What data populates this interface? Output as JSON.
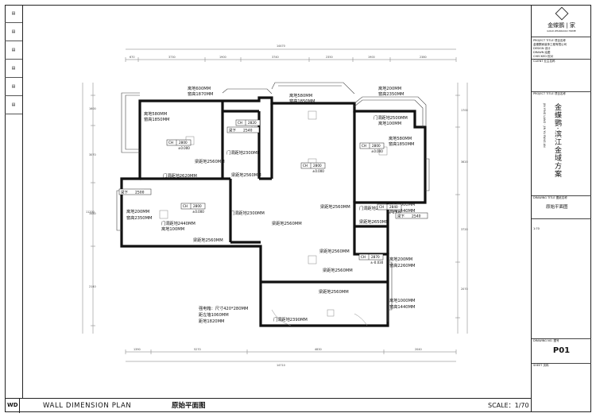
{
  "titleblock": {
    "brand_cn": "金蝶鹦",
    "brand_suffix": "家",
    "brand_en": "GOLD ZHANGYAO HOME",
    "tb_rows": [
      "PROJECT TITLE  项目名称",
      "金蝶鹦家装饰工程有限公司",
      "DESIGN  设计",
      "DRAWN  绘图",
      "CHECKED  校对"
    ],
    "client": "CLIENT  业主名称",
    "project_title_label": "PROJECT TITLE  项目名称",
    "project_name": "金蝶鹦·滨江金域方案",
    "project_name_en": "JIN YING LANG · JIN YU FANG AN",
    "drawing_title_label": "DRAWING TITLE  图纸名称",
    "drawing_title": "原始平面图",
    "scale_row": "1:70",
    "drawing_no_label": "DRAWING NO.  图号",
    "drawing_no": "P01",
    "sheet_label": "SHEET  页码"
  },
  "bottom": {
    "code": "WD",
    "title_en": "WALL DIMENSION PLAN",
    "title_cn": "原始平面图",
    "scale": "SCALE：1/70"
  },
  "plan": {
    "total_top": "14470",
    "total_bottom": "14710",
    "top_dims": [
      "670",
      "3730",
      "1900",
      "3740",
      "2350",
      "1900",
      "2380"
    ],
    "bottom_dims": [
      "1390",
      "5270",
      "4830",
      "2040"
    ],
    "left_dims": [
      "1600",
      "3070",
      "3480",
      "2140"
    ],
    "right_dims": [
      "1700",
      "3620",
      "3720",
      "2070"
    ],
    "left_total": "11200",
    "labels": [
      {
        "id": "l1",
        "text": "离地600MM"
      },
      {
        "id": "l2",
        "text": "窗高1870MM"
      },
      {
        "id": "l3",
        "text": "离地580MM"
      },
      {
        "id": "l4",
        "text": "窗高1850MM"
      },
      {
        "id": "l5",
        "text": "离地580MM"
      },
      {
        "id": "l6",
        "text": "窗高1850MM"
      },
      {
        "id": "l7",
        "text": "离地200MM"
      },
      {
        "id": "l8",
        "text": "窗高2350MM"
      },
      {
        "id": "l9",
        "text": "门洞距地2500MM"
      },
      {
        "id": "l10",
        "text": "离地100MM"
      },
      {
        "id": "l11",
        "text": "离地580MM"
      },
      {
        "id": "l12",
        "text": "窗高1850MM"
      },
      {
        "id": "l13",
        "text": "门洞距地2300MM"
      },
      {
        "id": "l14",
        "text": "梁距地2560MM"
      },
      {
        "id": "l15",
        "text": "门洞距地2620MM"
      },
      {
        "id": "l16",
        "text": "梁距地2560MM"
      },
      {
        "id": "l17",
        "text": "门洞距地2300MM"
      },
      {
        "id": "l18",
        "text": "梁距地2650MM"
      },
      {
        "id": "l19",
        "text": "离地200MM"
      },
      {
        "id": "l20",
        "text": "窗高2350MM"
      },
      {
        "id": "l21",
        "text": "门洞距地2440MM"
      },
      {
        "id": "l22",
        "text": "离地100MM"
      },
      {
        "id": "l23",
        "text": "门洞距地2300MM"
      },
      {
        "id": "l24",
        "text": "梁距地2560MM"
      },
      {
        "id": "l25",
        "text": "梁距地2560MM"
      },
      {
        "id": "l26",
        "text": "梁距地2560MM"
      },
      {
        "id": "l27",
        "text": "离地1000MM"
      },
      {
        "id": "l28",
        "text": "窗高1440MM"
      },
      {
        "id": "l29",
        "text": "梁距地2560MM"
      },
      {
        "id": "l30",
        "text": "离地200MM"
      },
      {
        "id": "l31",
        "text": "窗高2260MM"
      },
      {
        "id": "l32",
        "text": "梁距地2560MM"
      },
      {
        "id": "l33",
        "text": "离地1000MM"
      },
      {
        "id": "l34",
        "text": "窗高1440MM"
      },
      {
        "id": "l35",
        "text": "强电箱：尺寸420*280MM"
      },
      {
        "id": "l36",
        "text": "距左墙1060MM"
      },
      {
        "id": "l37",
        "text": "距地1820MM"
      },
      {
        "id": "l38",
        "text": "门洞距地2390MM"
      },
      {
        "id": "l39",
        "text": "梁距地2560MM"
      }
    ],
    "ch_tags": [
      {
        "id": "c1",
        "ch": "CH",
        "v": "2800",
        "elev": "±0.000"
      },
      {
        "id": "c2",
        "ch": "CH",
        "v": "2820",
        "elev": "±-0.030"
      },
      {
        "id": "c3",
        "ch": "CH",
        "v": "2800",
        "elev": "±0.000"
      },
      {
        "id": "c4",
        "ch": "CH",
        "v": "2800",
        "elev": "±0.000"
      },
      {
        "id": "c5",
        "ch": "CH",
        "v": "2800",
        "elev": "±0.000"
      },
      {
        "id": "c6",
        "ch": "CH",
        "v": "2840",
        "elev": "±-0.030"
      },
      {
        "id": "c7",
        "ch": "CH",
        "v": "2870",
        "elev": "±-0.030"
      }
    ],
    "beam_tags": [
      {
        "id": "b1",
        "text": "梁下",
        "v": "2540"
      },
      {
        "id": "b2",
        "text": "梁下",
        "v": "2500"
      },
      {
        "id": "b3",
        "text": "梁下",
        "v": "2540"
      }
    ]
  }
}
